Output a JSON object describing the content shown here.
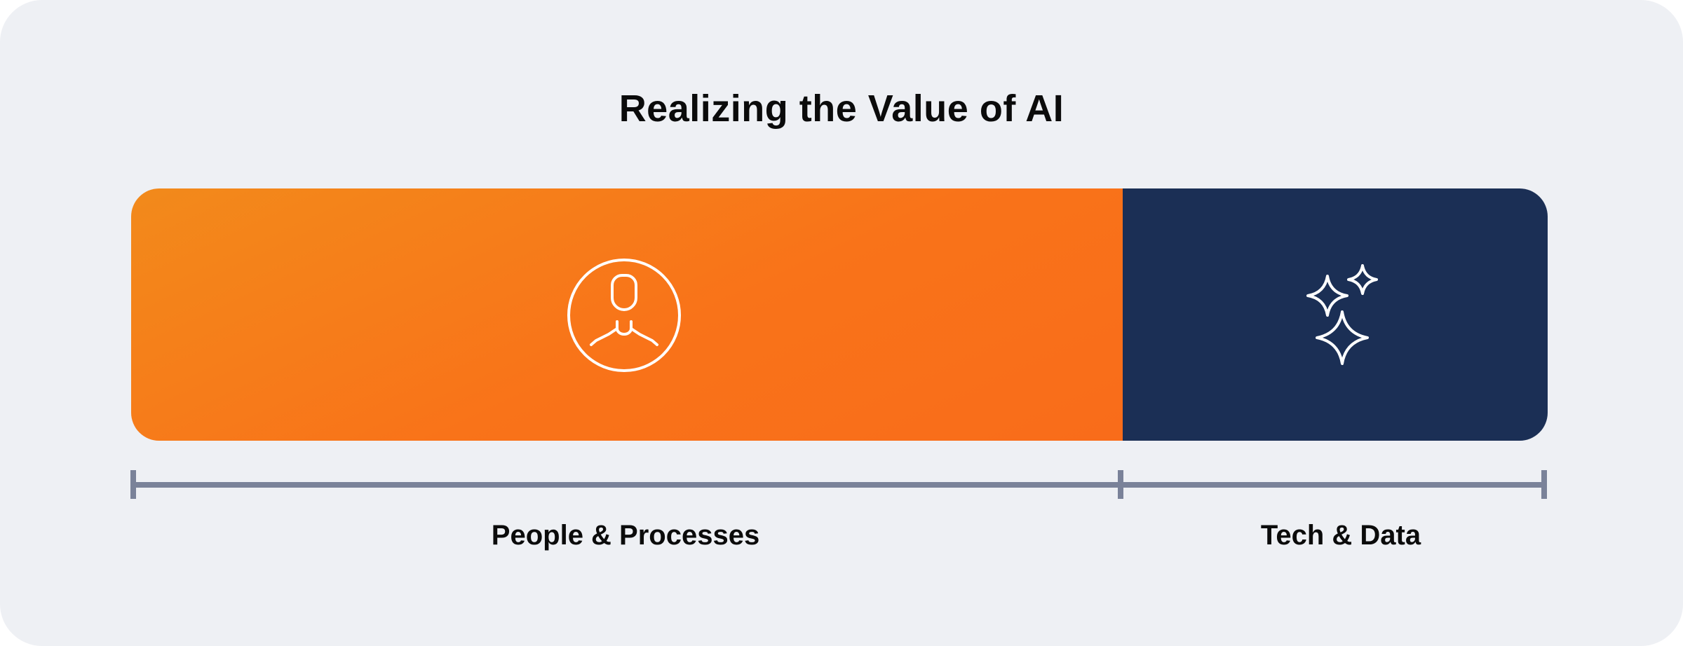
{
  "title": "Realizing the Value of AI",
  "segments": [
    {
      "label": "People & Processes",
      "share_percent": 70,
      "color": "#f97319",
      "icon": "person-icon"
    },
    {
      "label": "Tech & Data",
      "share_percent": 30,
      "color": "#1b2f55",
      "icon": "sparkles-icon"
    }
  ],
  "colors": {
    "background": "#eef0f4",
    "scale_line": "#7a8299"
  }
}
